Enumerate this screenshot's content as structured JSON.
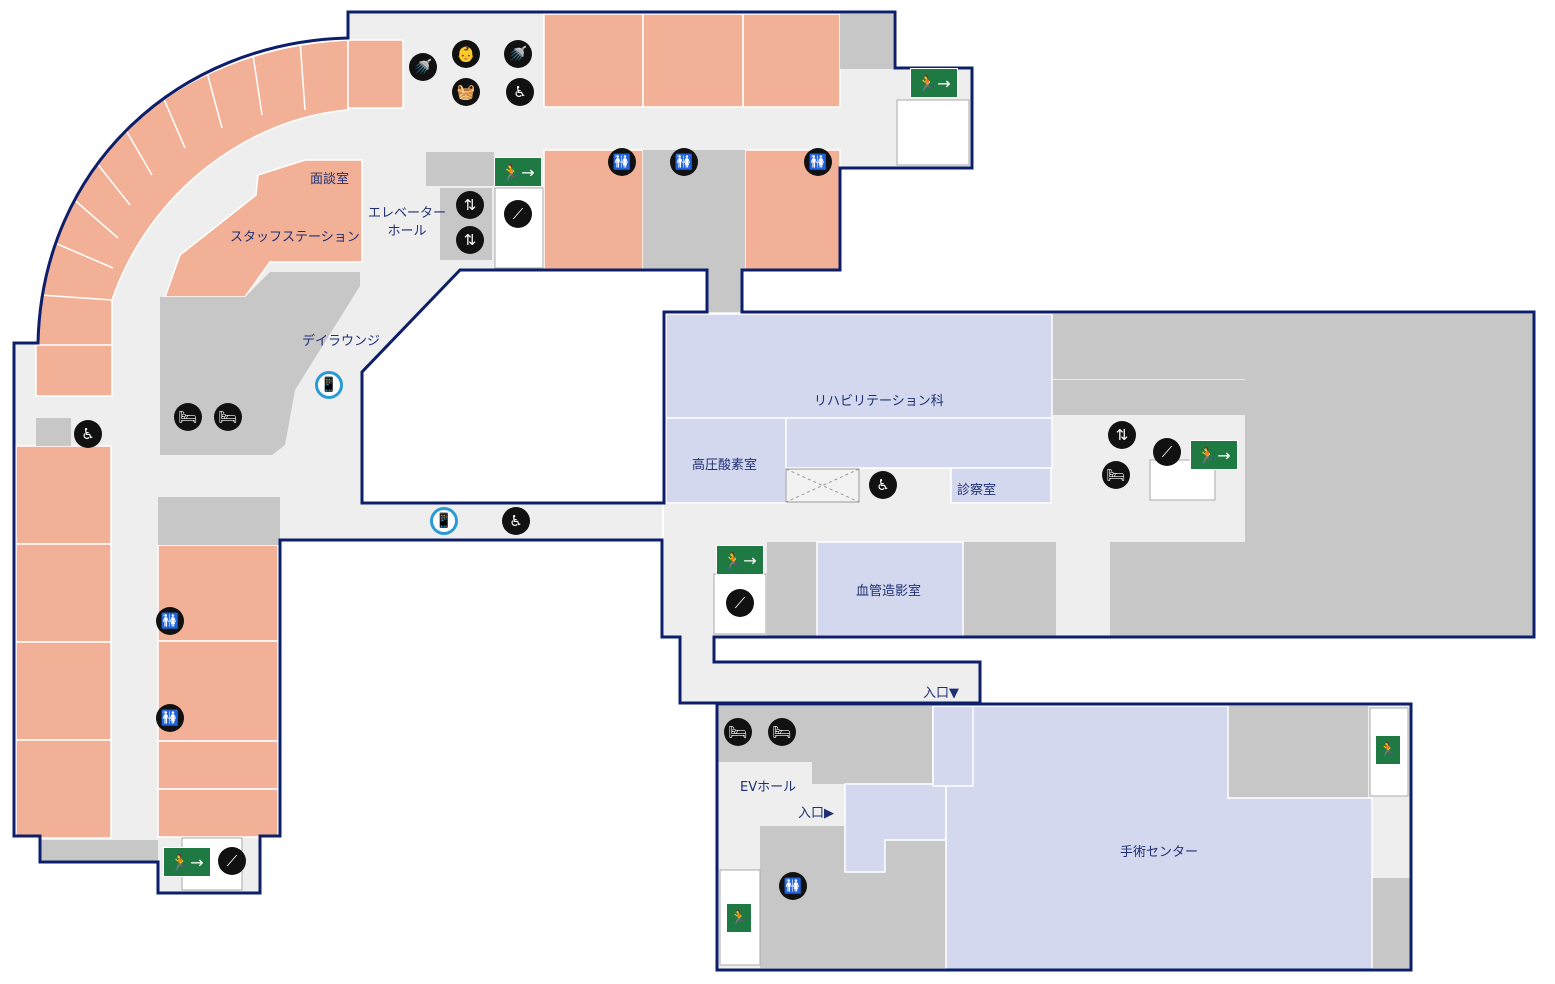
{
  "colors": {
    "wall": "#0d1f6b",
    "corridor": "#eeeeee",
    "ward_room": "#f2b196",
    "clinic_room": "#d3d8ef",
    "service": "#c7c7c7",
    "exit_sign": "#1e7a42",
    "phone_ring": "#2b9bd6"
  },
  "rooms": {
    "interview_room": "面談室",
    "staff_station": "スタッフステーション",
    "elevator_hall": "エレベーター\nホール",
    "day_lounge": "デイラウンジ",
    "rehabilitation": "リハビリテーション科",
    "hyperbaric_oxygen": "高圧酸素室",
    "exam_room": "診察室",
    "angiography": "血管造影室",
    "ev_hall": "EVホール",
    "surgery_center": "手術センター"
  },
  "entrances": {
    "south": "入口▼",
    "east": "入口▶"
  },
  "icons": {
    "exit_glyph": "🏃→",
    "exit_small_glyph": "🏃",
    "stairs": "⟋",
    "restroom": "🚻",
    "wheelchair": "♿",
    "elevator": "⇅",
    "stretcher": "🛏",
    "shower": "🚿",
    "washing": "🧺",
    "diaper": "👶",
    "phone": "📱",
    "slope": "♿"
  }
}
